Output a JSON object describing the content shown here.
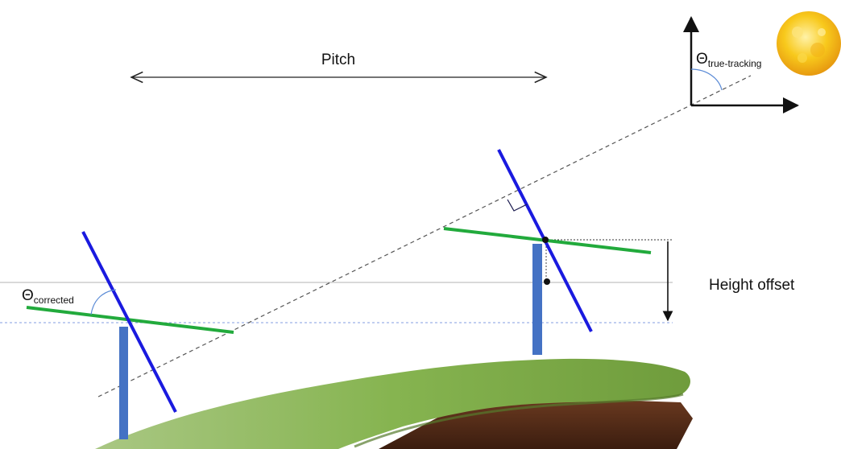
{
  "labels": {
    "pitch": "Pitch",
    "height_offset": "Height offset",
    "theta_symbol": "Θ",
    "true_tracking_subscript": "true-tracking",
    "corrected_subscript": "corrected"
  },
  "colors": {
    "panel": "#1a1adf",
    "torque_tube": "#22aa3c",
    "post": "#4472c4",
    "sun": "#f7c316",
    "ground_grass": "#7fae4a",
    "ground_soil": "#5a2f1a"
  }
}
